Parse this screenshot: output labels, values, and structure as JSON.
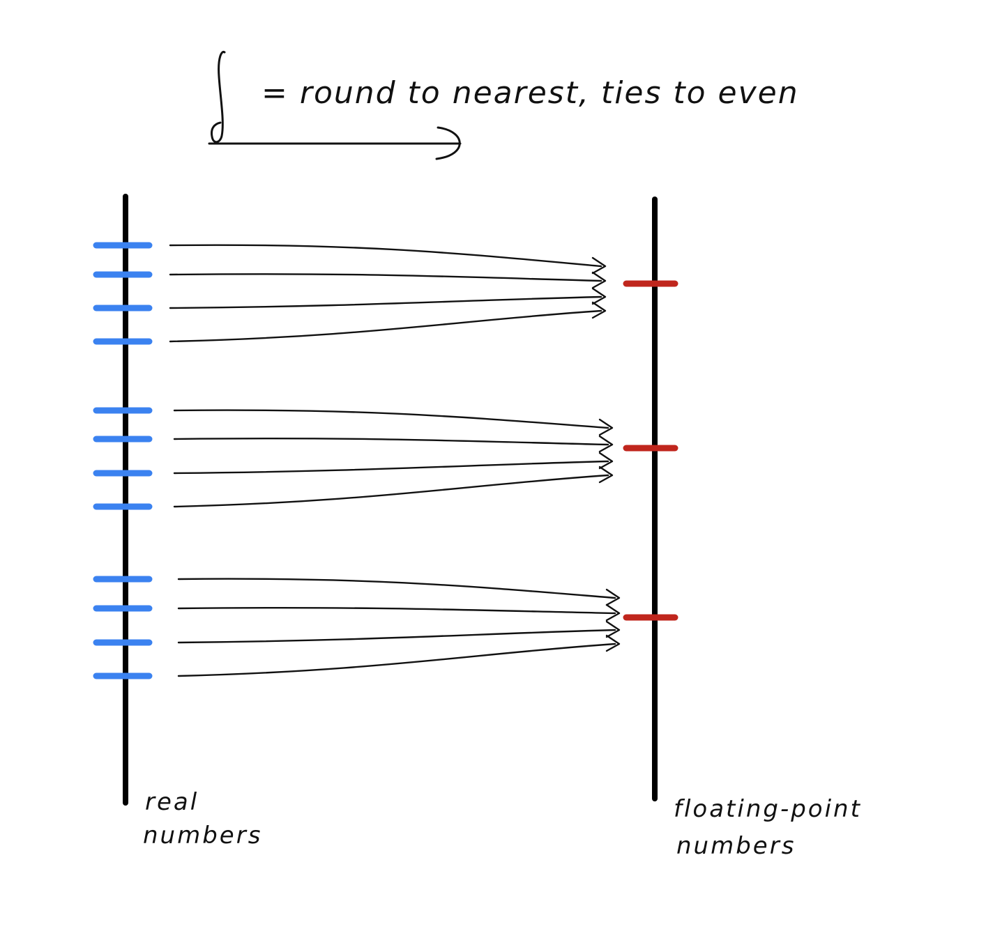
{
  "title": {
    "symbol": "f",
    "text": "= round to nearest, ties to even"
  },
  "axes": {
    "left_label_line1": "real",
    "left_label_line2": "numbers",
    "right_label_line1": "floating-point",
    "right_label_line2": "numbers"
  },
  "colors": {
    "real_tick": "#3b82f0",
    "float_tick": "#c0261d",
    "axis": "#000000",
    "stroke": "#111111"
  },
  "groups": [
    {
      "real_ticks": 4,
      "maps_to_float": 1
    },
    {
      "real_ticks": 4,
      "maps_to_float": 2
    },
    {
      "real_ticks": 4,
      "maps_to_float": 3
    }
  ]
}
